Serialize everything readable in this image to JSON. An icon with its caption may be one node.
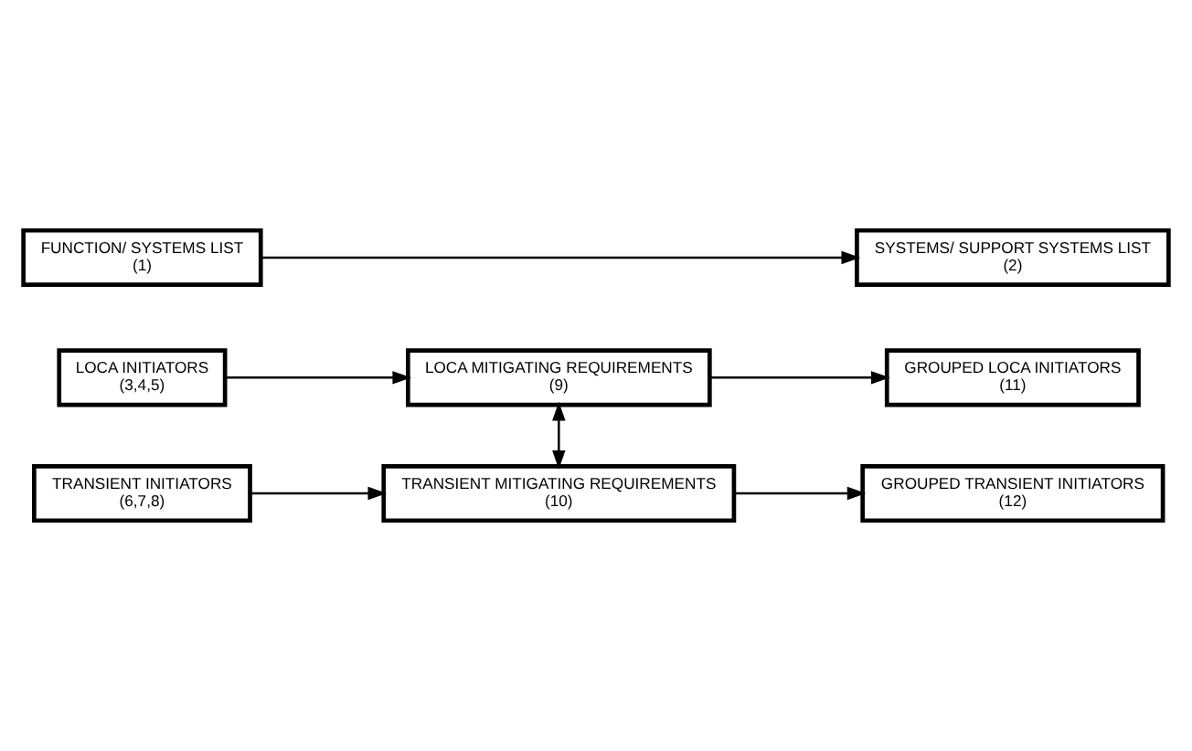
{
  "diagram": {
    "nodes": [
      {
        "text": [
          "LOCA INITIATORS",
          "(3,4,5)"
        ]
      },
      {
        "text": [
          "LOCA MITIGATING REQUIREMENTS",
          "(9)"
        ]
      },
      {
        "text": [
          "GROUPED LOCA INITIATORS",
          "(11)"
        ]
      },
      {
        "text": [
          "FUNCTION/ SYSTEMS LIST",
          "(1)"
        ]
      },
      {
        "text": [
          "SYSTEMS/ SUPPORT SYSTEMS LIST",
          "(2)"
        ]
      },
      {
        "text": [
          "TRANSIENT INITIATORS",
          "(6,7,8)"
        ]
      },
      {
        "text": [
          "TRANSIENT MITIGATING REQUIREMENTS",
          "(10)"
        ]
      },
      {
        "text": [
          "GROUPED TRANSIENT INITIATORS",
          "(12)"
        ]
      }
    ],
    "edges": [
      {
        "from": 0,
        "to": 1,
        "arrow": "to"
      },
      {
        "from": 1,
        "to": 2,
        "arrow": "to"
      },
      {
        "from": 3,
        "to": 4,
        "arrow": "to"
      },
      {
        "from": 1,
        "to": 6,
        "arrow": "both"
      },
      {
        "from": 5,
        "to": 6,
        "arrow": "to"
      },
      {
        "from": 6,
        "to": 7,
        "arrow": "to"
      }
    ]
  }
}
